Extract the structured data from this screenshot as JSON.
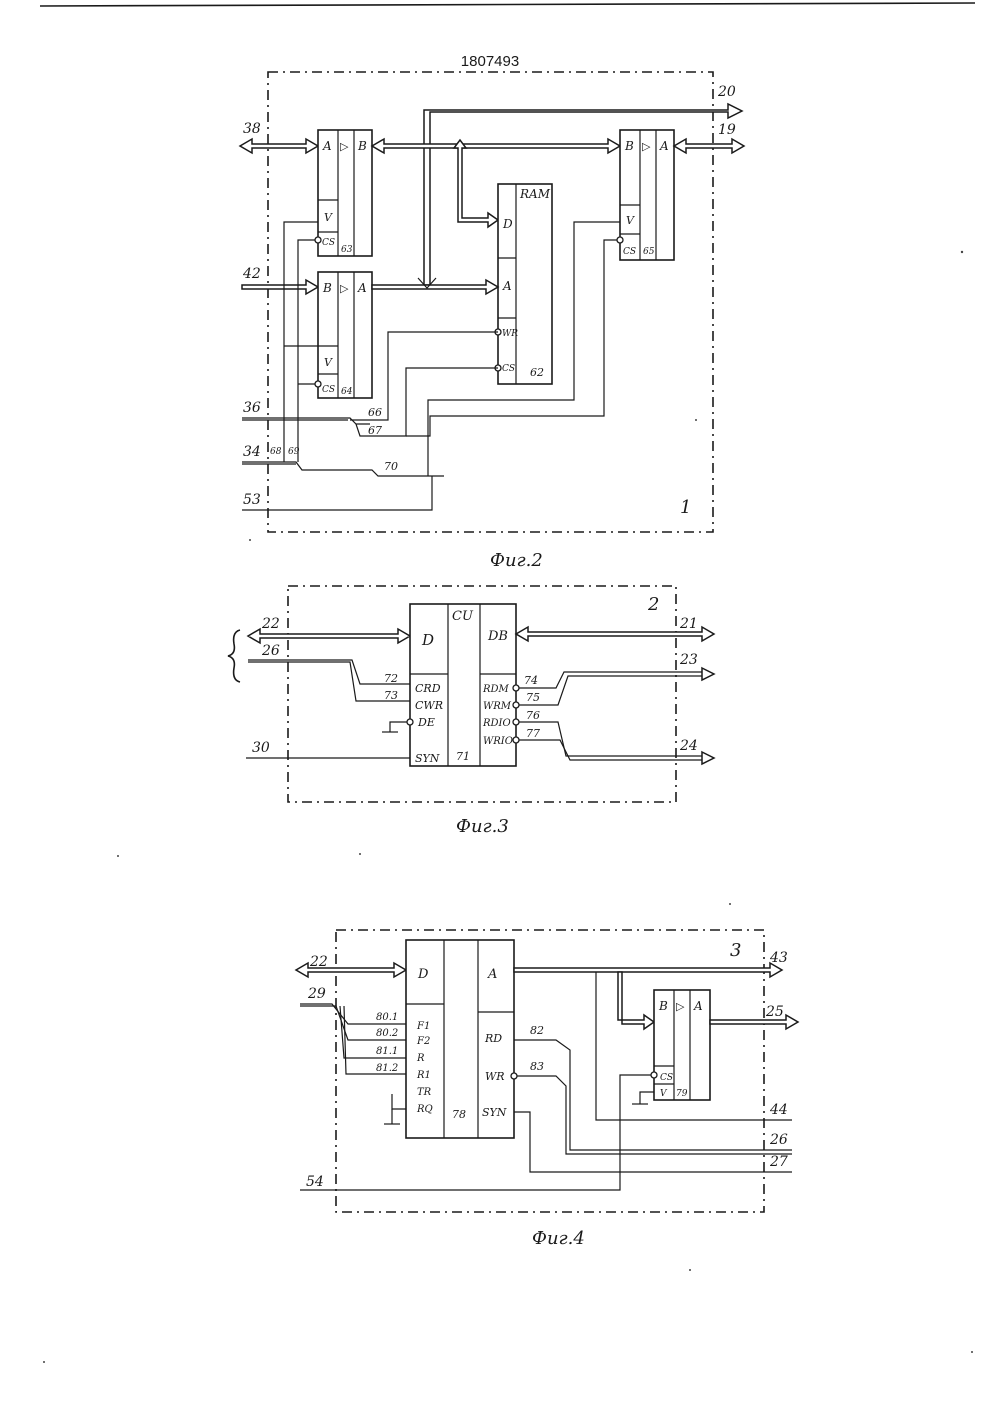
{
  "header": {
    "patent_number": "1807493"
  },
  "fig2": {
    "caption": "Фиг.2",
    "block_id": "1",
    "buffer_63": {
      "left": "A",
      "mid": "▷",
      "right": "B",
      "ctrl_v": "V",
      "ctrl_cs": "CS",
      "num": "63"
    },
    "buffer_64": {
      "left": "B",
      "mid": "▷",
      "right": "A",
      "ctrl_v": "V",
      "ctrl_cs": "CS",
      "num": "64"
    },
    "buffer_65": {
      "left": "B",
      "mid": "▷",
      "right": "A",
      "ctrl_v": "V",
      "ctrl_cs": "CS",
      "num": "65"
    },
    "ram_62": {
      "title": "RAM",
      "pin_d": "D",
      "pin_a": "A",
      "pin_wr": "WR",
      "pin_cs": "CS",
      "num": "62"
    },
    "bus_labels": {
      "b38": "38",
      "b42": "42",
      "b36": "36",
      "b34": "34",
      "b53": "53",
      "b20": "20",
      "b19": "19"
    },
    "wire_labels": {
      "w66": "66",
      "w67": "67",
      "w68": "68",
      "w69": "69",
      "w70": "70"
    }
  },
  "fig3": {
    "caption": "Фиг.3",
    "block_id": "2",
    "cu_71": {
      "title": "CU",
      "num": "71",
      "pin_d": "D",
      "pin_db": "DB",
      "left_pins": [
        "CRD",
        "CWR",
        "DE",
        "SYN"
      ],
      "right_pins": [
        "RDM",
        "WRM",
        "RDIO",
        "WRIO"
      ]
    },
    "bus_labels": {
      "b22": "22",
      "b26": "26",
      "b30": "30",
      "b21": "21",
      "b23": "23",
      "b24": "24"
    },
    "wire_labels": {
      "w72": "72",
      "w73": "73",
      "w74": "74",
      "w75": "75",
      "w76": "76",
      "w77": "77"
    }
  },
  "fig4": {
    "caption": "Фиг.4",
    "block_id": "3",
    "chip_78": {
      "num": "78",
      "pin_d": "D",
      "pin_a": "A",
      "left_pins": [
        "F1",
        "F2",
        "R",
        "R1",
        "TR",
        "RQ"
      ],
      "right_pins": [
        "RD",
        "WR",
        "SYN"
      ]
    },
    "buffer_79": {
      "left": "B",
      "mid": "▷",
      "right": "A",
      "ctrl_cs": "CS",
      "ctrl_v": "V",
      "num": "79"
    },
    "bus_labels": {
      "b22": "22",
      "b29": "29",
      "b54": "54",
      "b43": "43",
      "b25": "25",
      "b44": "44",
      "b26": "26",
      "b27": "27"
    },
    "wire_labels": {
      "w801": "80.1",
      "w802": "80.2",
      "w811": "81.1",
      "w812": "81.2",
      "w82": "82",
      "w83": "83"
    }
  }
}
